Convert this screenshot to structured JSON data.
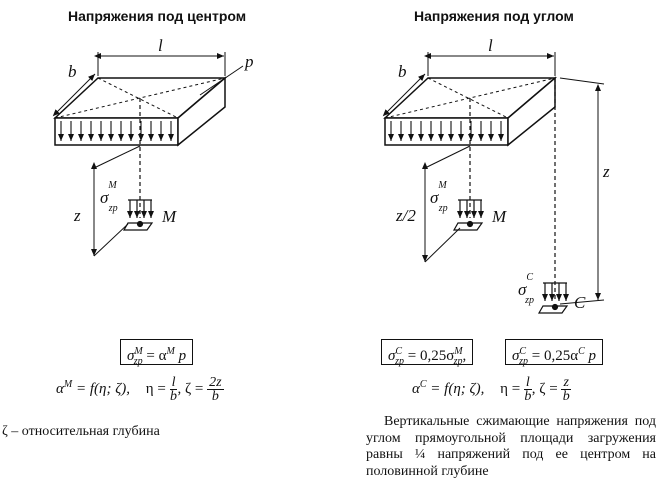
{
  "left": {
    "title": "Напряжения под центром",
    "labels": {
      "b": "b",
      "l": "l",
      "p": "p",
      "z": "z",
      "M": "M",
      "sigma": "σ",
      "sigma_sup": "M",
      "sigma_sub": "zp"
    },
    "box_formula": {
      "lhs": "σ",
      "lhs_sup": "M",
      "lhs_sub": "zp",
      "rhs": " = α",
      "rhs_sup": "M",
      "rhs_tail": " p"
    },
    "formula": {
      "alpha": "α",
      "alpha_sup": "M",
      "alpha_rhs": " = f(η; ζ),",
      "eta": "η =",
      "eta_num": "l",
      "eta_den": "b",
      "zeta": ", ζ =",
      "zeta_num": "2z",
      "zeta_den": "b"
    },
    "note": "ζ – относительная глубина"
  },
  "right": {
    "title": "Напряжения под углом",
    "labels": {
      "b": "b",
      "l": "l",
      "z": "z",
      "z_half": "z/2",
      "M": "M",
      "C": "C",
      "sigmaM": "σ",
      "sigmaM_sup": "M",
      "sigmaM_sub": "zp",
      "sigmaC": "σ",
      "sigmaC_sup": "C",
      "sigmaC_sub": "zp"
    },
    "box1": {
      "lhs": "σ",
      "lhs_sup": "C",
      "lhs_sub": "zp",
      "rhs": " = 0,25σ",
      "rhs_sup": "M",
      "rhs_sub": "zp",
      "tail": ","
    },
    "box2": {
      "lhs": "σ",
      "lhs_sup": "C",
      "lhs_sub": "zp",
      "rhs": " = 0,25α",
      "rhs_sup": "C",
      "rhs_tail": " p"
    },
    "formula": {
      "alpha": "α",
      "alpha_sup": "C",
      "alpha_rhs": " = f(η; ζ),",
      "eta": "η =",
      "eta_num": "l",
      "eta_den": "b",
      "zeta": ", ζ =",
      "zeta_num": "z",
      "zeta_den": "b"
    },
    "paragraph": "Вертикальные сжимающие напряжения под углом прямоугольной площади загружения равны ¼ напряжений под ее центром на половинной глубине"
  }
}
